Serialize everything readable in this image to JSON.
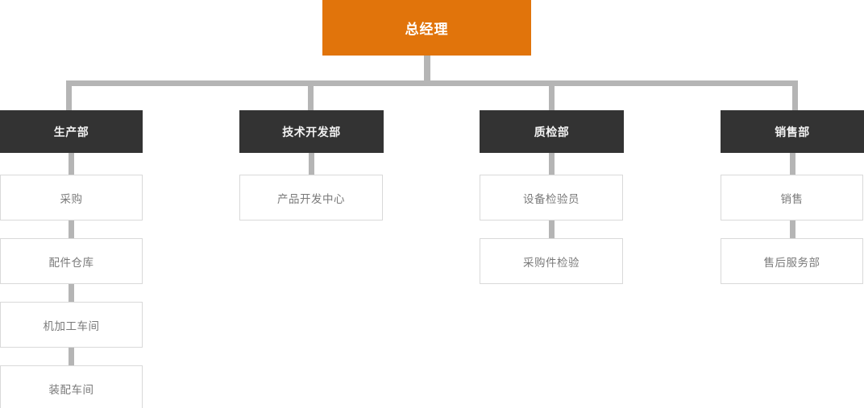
{
  "chart_data": {
    "type": "diagram",
    "diagram_kind": "organization-chart",
    "title": "",
    "orientation": "top-down",
    "colors": {
      "root_fill": "#e1740b",
      "root_text": "#ffffff",
      "department_fill": "#333333",
      "department_text": "#f2f2f2",
      "sub_fill": "#ffffff",
      "sub_border": "#d9d9d9",
      "sub_text": "#7a7a7a",
      "connector": "#b5b5b5",
      "background": "#ffffff"
    },
    "root": {
      "label": "总经理",
      "level": 0
    },
    "branches": [
      {
        "label": "生产部",
        "level": 1,
        "children": [
          {
            "label": "采购",
            "level": 2
          },
          {
            "label": "配件仓库",
            "level": 2
          },
          {
            "label": "机加工车间",
            "level": 2
          },
          {
            "label": "装配车间",
            "level": 2
          }
        ]
      },
      {
        "label": "技术开发部",
        "level": 1,
        "children": [
          {
            "label": "产品开发中心",
            "level": 2
          }
        ]
      },
      {
        "label": "质检部",
        "level": 1,
        "children": [
          {
            "label": "设备检验员",
            "level": 2
          },
          {
            "label": "采购件检验",
            "level": 2
          }
        ]
      },
      {
        "label": "销售部",
        "level": 1,
        "children": [
          {
            "label": "销售",
            "level": 2
          },
          {
            "label": "售后服务部",
            "level": 2
          }
        ]
      }
    ]
  }
}
